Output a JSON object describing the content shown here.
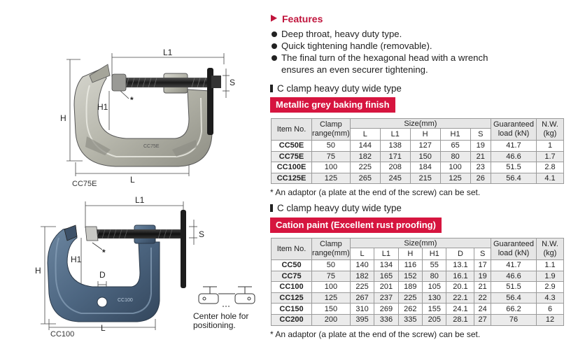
{
  "features": {
    "title": "Features",
    "items": [
      "Deep throat, heavy duty type.",
      "Quick tightening handle (removable).",
      "The final turn of the hexagonal head with a wrench",
      "ensures an even securer tightening."
    ]
  },
  "diagram1": {
    "label_L1": "L1",
    "label_S": "S",
    "label_H1": "H1",
    "label_H": "H",
    "label_L": "L",
    "label_star": "*",
    "caption": "CC75E",
    "stamp": "CC75E"
  },
  "diagram2": {
    "label_L1": "L1",
    "label_S": "S",
    "label_H1": "H1",
    "label_H": "H",
    "label_D": "D",
    "label_L": "L",
    "label_star": "*",
    "caption": "CC100",
    "stamp": "CC100",
    "center_hole_note_1": "Center hole for",
    "center_hole_note_2": "positioning."
  },
  "section1": {
    "heading": "C clamp heavy duty wide type",
    "finish": "Metallic grey baking finish",
    "headers": {
      "item": "Item No.",
      "clamp_range_1": "Clamp",
      "clamp_range_2": "range(mm)",
      "size": "Size(mm)",
      "load_1": "Guaranteed",
      "load_2": "load (kN)",
      "nw_1": "N.W.",
      "nw_2": "(kg)"
    },
    "size_cols": [
      "L",
      "L1",
      "H",
      "H1",
      "S"
    ],
    "rows": [
      [
        "CC50E",
        "50",
        "144",
        "138",
        "127",
        "65",
        "19",
        "41.7",
        "1"
      ],
      [
        "CC75E",
        "75",
        "182",
        "171",
        "150",
        "80",
        "21",
        "46.6",
        "1.7"
      ],
      [
        "CC100E",
        "100",
        "225",
        "208",
        "184",
        "100",
        "23",
        "51.5",
        "2.8"
      ],
      [
        "CC125E",
        "125",
        "265",
        "245",
        "215",
        "125",
        "26",
        "56.4",
        "4.1"
      ]
    ],
    "note": "An adaptor (a plate at the end of the screw) can be set."
  },
  "section2": {
    "heading": "C clamp heavy duty wide type",
    "finish": "Cation paint (Excellent rust proofing)",
    "headers": {
      "item": "Item No.",
      "clamp_range_1": "Clamp",
      "clamp_range_2": "range(mm)",
      "size": "Size(mm)",
      "load_1": "Guaranteed",
      "load_2": "load (kN)",
      "nw_1": "N.W.",
      "nw_2": "(kg)"
    },
    "size_cols": [
      "L",
      "L1",
      "H",
      "H1",
      "D",
      "S"
    ],
    "rows": [
      [
        "CC50",
        "50",
        "140",
        "134",
        "116",
        "55",
        "13.1",
        "17",
        "41.7",
        "1.1"
      ],
      [
        "CC75",
        "75",
        "182",
        "165",
        "152",
        "80",
        "16.1",
        "19",
        "46.6",
        "1.9"
      ],
      [
        "CC100",
        "100",
        "225",
        "201",
        "189",
        "105",
        "20.1",
        "21",
        "51.5",
        "2.9"
      ],
      [
        "CC125",
        "125",
        "267",
        "237",
        "225",
        "130",
        "22.1",
        "22",
        "56.4",
        "4.3"
      ],
      [
        "CC150",
        "150",
        "310",
        "269",
        "262",
        "155",
        "24.1",
        "24",
        "66.2",
        "6"
      ],
      [
        "CC200",
        "200",
        "395",
        "336",
        "335",
        "205",
        "28.1",
        "27",
        "76",
        "12"
      ]
    ],
    "note": "An adaptor (a plate at the end of the screw) can be set."
  },
  "note_marker": "*"
}
